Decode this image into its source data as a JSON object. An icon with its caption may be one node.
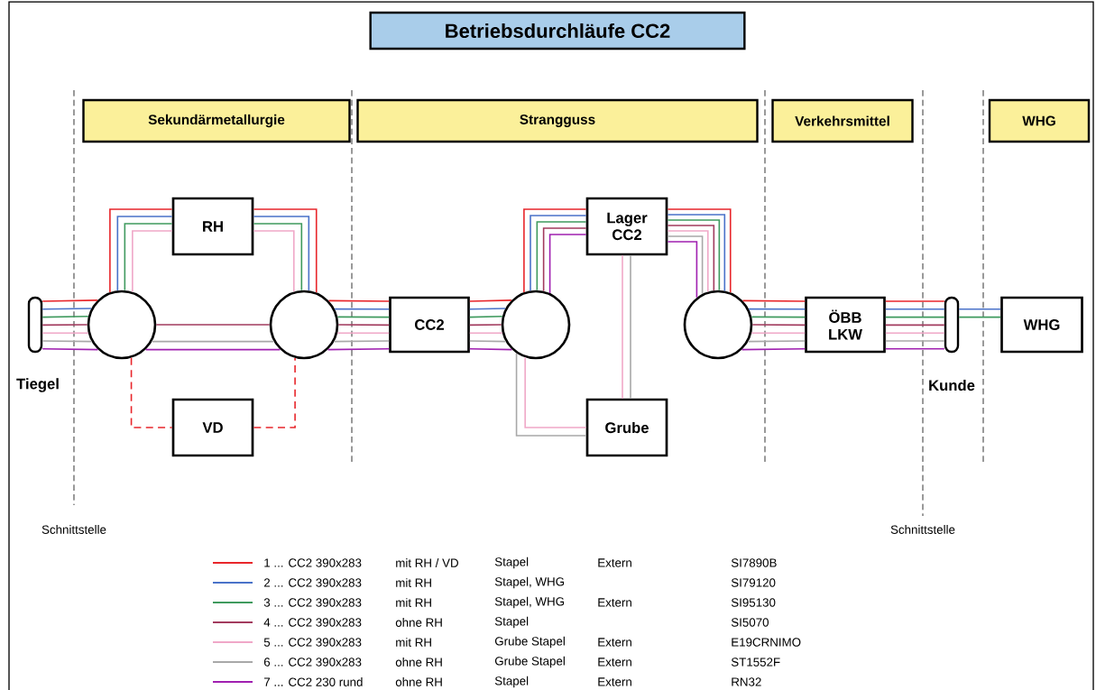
{
  "diagram": {
    "title": "Betriebsdurchläufe CC2",
    "nodes": [
      {
        "text": [
          "Sekundärmetallurgie"
        ]
      },
      {
        "text": [
          "Strangguss"
        ]
      },
      {
        "text": [
          "Verkehrsmittel"
        ]
      },
      {
        "text": [
          "WHG"
        ]
      },
      {
        "text": [],
        "shape": "bar",
        "beside": [
          "Tiegel"
        ]
      },
      {
        "text": [],
        "shape": "circle"
      },
      {
        "text": [
          "RH"
        ]
      },
      {
        "text": [],
        "shape": "circle"
      },
      {
        "text": [
          "VD"
        ]
      },
      {
        "text": [
          "CC2"
        ]
      },
      {
        "text": [],
        "shape": "circle"
      },
      {
        "text": [
          "Lager CC2"
        ]
      },
      {
        "text": [
          "Grube"
        ]
      },
      {
        "text": [],
        "shape": "circle"
      },
      {
        "text": [
          "ÖBB LKW"
        ]
      },
      {
        "text": [],
        "shape": "bar",
        "beside": [
          "Kunde"
        ]
      },
      {
        "text": [
          "WHG"
        ]
      }
    ],
    "edges": [
      {
        "from": 4,
        "to": 5,
        "arrow": "none",
        "color": "#e8262b"
      },
      {
        "from": 4,
        "to": 5,
        "arrow": "none",
        "color": "#4a72c9"
      },
      {
        "from": 4,
        "to": 5,
        "arrow": "none",
        "color": "#3f9a5e"
      },
      {
        "from": 4,
        "to": 5,
        "arrow": "none",
        "color": "#a23b5e"
      },
      {
        "from": 4,
        "to": 5,
        "arrow": "none",
        "color": "#f0a8c8"
      },
      {
        "from": 4,
        "to": 5,
        "arrow": "none",
        "color": "#a8a8a8"
      },
      {
        "from": 4,
        "to": 5,
        "arrow": "none",
        "color": "#a020b0"
      },
      {
        "from": 5,
        "to": 6,
        "arrow": "none",
        "color": "#e8262b"
      },
      {
        "from": 5,
        "to": 6,
        "arrow": "none",
        "color": "#4a72c9"
      },
      {
        "from": 5,
        "to": 6,
        "arrow": "none",
        "color": "#3f9a5e"
      },
      {
        "from": 5,
        "to": 6,
        "arrow": "none",
        "color": "#f0a8c8"
      },
      {
        "from": 6,
        "to": 7,
        "arrow": "none",
        "color": "#e8262b"
      },
      {
        "from": 6,
        "to": 7,
        "arrow": "none",
        "color": "#4a72c9"
      },
      {
        "from": 6,
        "to": 7,
        "arrow": "none",
        "color": "#3f9a5e"
      },
      {
        "from": 6,
        "to": 7,
        "arrow": "none",
        "color": "#f0a8c8"
      },
      {
        "from": 5,
        "to": 7,
        "arrow": "none",
        "color": "#a23b5e"
      },
      {
        "from": 5,
        "to": 7,
        "arrow": "none",
        "color": "#a8a8a8"
      },
      {
        "from": 5,
        "to": 7,
        "arrow": "none",
        "color": "#a020b0"
      },
      {
        "from": 5,
        "to": 8,
        "arrow": "none",
        "color": "#e8262b",
        "style": "dashed"
      },
      {
        "from": 8,
        "to": 7,
        "arrow": "none",
        "color": "#e8262b",
        "style": "dashed"
      },
      {
        "from": 7,
        "to": 9,
        "arrow": "none",
        "color": "#e8262b"
      },
      {
        "from": 7,
        "to": 9,
        "arrow": "none",
        "color": "#4a72c9"
      },
      {
        "from": 7,
        "to": 9,
        "arrow": "none",
        "color": "#3f9a5e"
      },
      {
        "from": 7,
        "to": 9,
        "arrow": "none",
        "color": "#a23b5e"
      },
      {
        "from": 7,
        "to": 9,
        "arrow": "none",
        "color": "#f0a8c8"
      },
      {
        "from": 7,
        "to": 9,
        "arrow": "none",
        "color": "#a8a8a8"
      },
      {
        "from": 7,
        "to": 9,
        "arrow": "none",
        "color": "#a020b0"
      },
      {
        "from": 9,
        "to": 10,
        "arrow": "none",
        "color": "#e8262b"
      },
      {
        "from": 9,
        "to": 10,
        "arrow": "none",
        "color": "#4a72c9"
      },
      {
        "from": 9,
        "to": 10,
        "arrow": "none",
        "color": "#3f9a5e"
      },
      {
        "from": 9,
        "to": 10,
        "arrow": "none",
        "color": "#a23b5e"
      },
      {
        "from": 9,
        "to": 10,
        "arrow": "none",
        "color": "#f0a8c8"
      },
      {
        "from": 9,
        "to": 10,
        "arrow": "none",
        "color": "#a8a8a8"
      },
      {
        "from": 9,
        "to": 10,
        "arrow": "none",
        "color": "#a020b0"
      },
      {
        "from": 10,
        "to": 11,
        "arrow": "none",
        "color": "#e8262b"
      },
      {
        "from": 10,
        "to": 11,
        "arrow": "none",
        "color": "#4a72c9"
      },
      {
        "from": 10,
        "to": 11,
        "arrow": "none",
        "color": "#3f9a5e"
      },
      {
        "from": 10,
        "to": 11,
        "arrow": "none",
        "color": "#a23b5e"
      },
      {
        "from": 10,
        "to": 11,
        "arrow": "none",
        "color": "#a020b0"
      },
      {
        "from": 10,
        "to": 12,
        "arrow": "none",
        "color": "#a8a8a8"
      },
      {
        "from": 10,
        "to": 12,
        "arrow": "none",
        "color": "#f0a8c8"
      },
      {
        "from": 12,
        "to": 11,
        "arrow": "none",
        "color": "#f0a8c8"
      },
      {
        "from": 12,
        "to": 11,
        "arrow": "none",
        "color": "#a8a8a8"
      },
      {
        "from": 11,
        "to": 13,
        "arrow": "none",
        "color": "#e8262b"
      },
      {
        "from": 11,
        "to": 13,
        "arrow": "none",
        "color": "#4a72c9"
      },
      {
        "from": 11,
        "to": 13,
        "arrow": "none",
        "color": "#3f9a5e"
      },
      {
        "from": 11,
        "to": 13,
        "arrow": "none",
        "color": "#a23b5e"
      },
      {
        "from": 11,
        "to": 13,
        "arrow": "none",
        "color": "#f0a8c8"
      },
      {
        "from": 11,
        "to": 13,
        "arrow": "none",
        "color": "#a8a8a8"
      },
      {
        "from": 11,
        "to": 13,
        "arrow": "none",
        "color": "#a020b0"
      },
      {
        "from": 13,
        "to": 14,
        "arrow": "none",
        "color": "#e8262b"
      },
      {
        "from": 13,
        "to": 14,
        "arrow": "none",
        "color": "#4a72c9"
      },
      {
        "from": 13,
        "to": 14,
        "arrow": "none",
        "color": "#3f9a5e"
      },
      {
        "from": 13,
        "to": 14,
        "arrow": "none",
        "color": "#a23b5e"
      },
      {
        "from": 13,
        "to": 14,
        "arrow": "none",
        "color": "#f0a8c8"
      },
      {
        "from": 13,
        "to": 14,
        "arrow": "none",
        "color": "#a8a8a8"
      },
      {
        "from": 13,
        "to": 14,
        "arrow": "none",
        "color": "#a020b0"
      },
      {
        "from": 14,
        "to": 15,
        "arrow": "none",
        "color": "#e8262b"
      },
      {
        "from": 14,
        "to": 15,
        "arrow": "none",
        "color": "#4a72c9"
      },
      {
        "from": 14,
        "to": 15,
        "arrow": "none",
        "color": "#3f9a5e"
      },
      {
        "from": 14,
        "to": 15,
        "arrow": "none",
        "color": "#a23b5e"
      },
      {
        "from": 14,
        "to": 15,
        "arrow": "none",
        "color": "#f0a8c8"
      },
      {
        "from": 14,
        "to": 15,
        "arrow": "none",
        "color": "#a8a8a8"
      },
      {
        "from": 14,
        "to": 15,
        "arrow": "none",
        "color": "#a020b0"
      },
      {
        "from": 15,
        "to": 16,
        "arrow": "none",
        "color": "#4a72c9"
      },
      {
        "from": 15,
        "to": 16,
        "arrow": "none",
        "color": "#3f9a5e"
      }
    ],
    "labels": [
      "Schnittstelle",
      "Schnittstelle",
      "mit RH / VD",
      "Stapel",
      "Extern",
      "SI7890B",
      "mit RH",
      "Stapel, WHG",
      "SI79120",
      "mit RH",
      "Stapel, WHG",
      "Extern",
      "SI95130",
      "ohne RH",
      "Stapel",
      "SI5070",
      "mit RH",
      "Grube Stapel",
      "Extern",
      "E19CRNIMO",
      "ohne RH",
      "Grube Stapel",
      "Extern",
      "ST1552F",
      "ohne RH",
      "Stapel",
      "Extern",
      "RN32"
    ],
    "legend": [
      {
        "text": "1 ... CC2 390x283"
      },
      {
        "text": "2 ... CC2 390x283"
      },
      {
        "text": "3 ... CC2 390x283"
      },
      {
        "text": "4 ... CC2 390x283"
      },
      {
        "text": "5 ... CC2 390x283"
      },
      {
        "text": "6 ... CC2 390x283"
      },
      {
        "text": "7 ... CC2 230 rund"
      }
    ]
  }
}
